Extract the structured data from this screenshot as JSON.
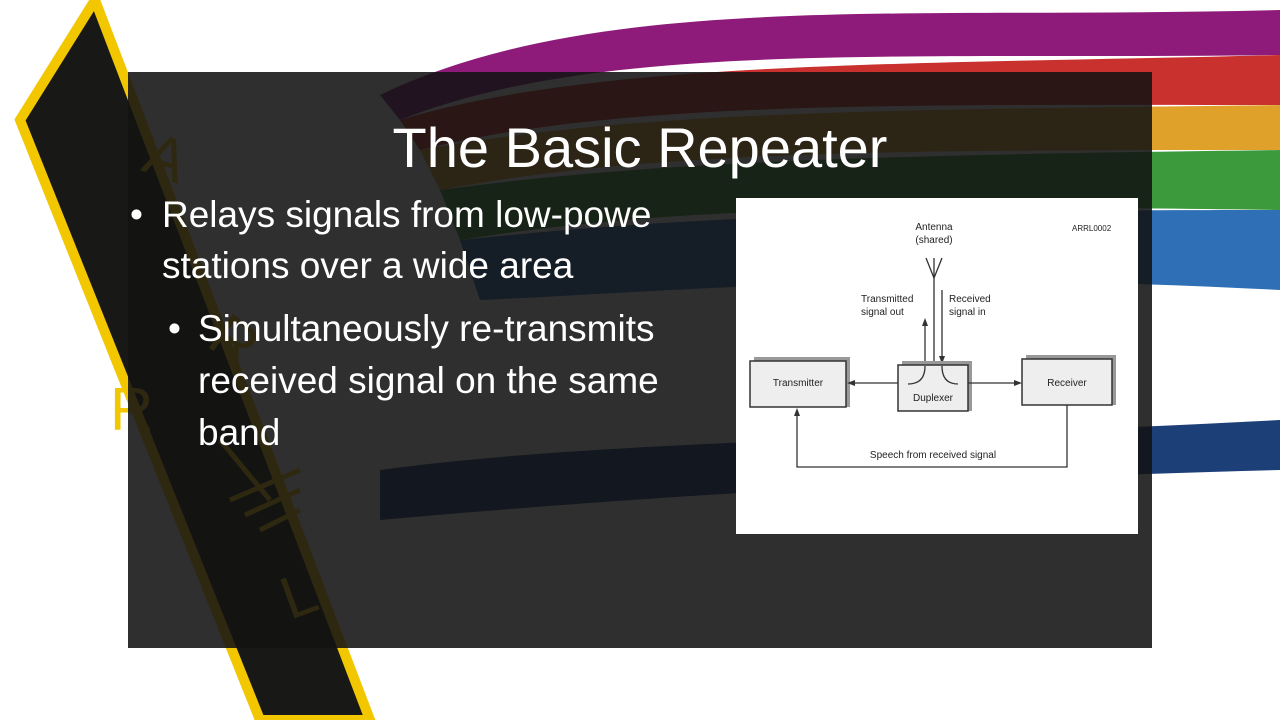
{
  "slide": {
    "title": "The Basic Repeater",
    "bullets": [
      {
        "lines": [
          "Relays signals from low-powe",
          "stations over a wide area"
        ],
        "sub": {
          "lines": [
            "Simultaneously re-transmits",
            "received signal on the same",
            "band"
          ]
        }
      }
    ]
  },
  "background": {
    "logo_letters": [
      "A",
      "R",
      "R",
      "L"
    ],
    "stripe_colors": [
      "#8e1a7a",
      "#c9312f",
      "#e0a12a",
      "#3c9a3c",
      "#2f6fb6"
    ],
    "logo_colors": {
      "fill": "#181816",
      "border": "#f2c700"
    }
  },
  "diagram": {
    "id_label": "ARRL0002",
    "antenna_label": [
      "Antenna",
      "(shared)"
    ],
    "tx_label": [
      "Transmitted",
      "signal out"
    ],
    "rx_label": [
      "Received",
      "signal in"
    ],
    "transmitter": "Transmitter",
    "duplexer": "Duplexer",
    "receiver": "Receiver",
    "speech": "Speech from received signal"
  }
}
